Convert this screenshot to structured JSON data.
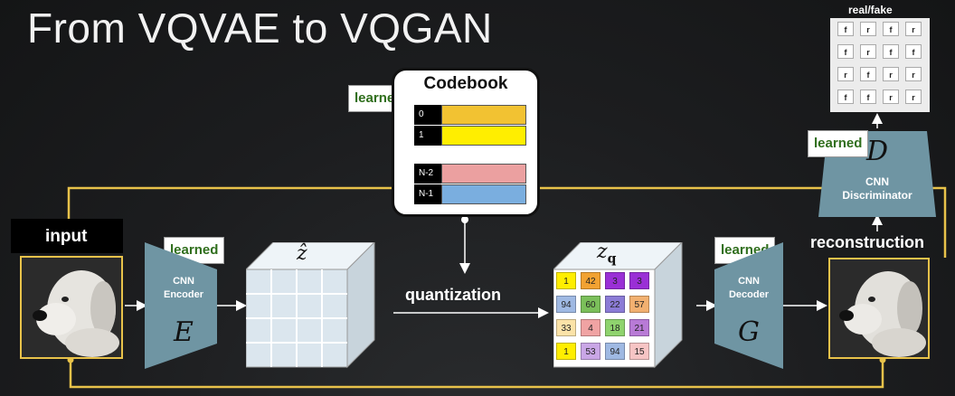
{
  "title": "From VQVAE to VQGAN",
  "codebook": {
    "title": "Codebook",
    "learned": "learned",
    "rows": [
      {
        "index": "0",
        "color": "#f2c232"
      },
      {
        "index": "1",
        "color": "#ffee00"
      },
      {
        "index": "N-2",
        "color": "#eba0a0"
      },
      {
        "index": "N-1",
        "color": "#7aaedf"
      }
    ]
  },
  "input_label": "input",
  "encoder": {
    "learned": "learned",
    "line1": "CNN",
    "line2": "Encoder",
    "symbol": "E"
  },
  "z_hat_label": "ẑ",
  "quantization_label": "quantization",
  "zq": {
    "label": "z",
    "subscript": "q",
    "rows": [
      [
        {
          "v": "1",
          "c": "#ffee00"
        },
        {
          "v": "42",
          "c": "#f2a232"
        },
        {
          "v": "3",
          "c": "#9a2fd6"
        },
        {
          "v": "3",
          "c": "#9a2fd6"
        }
      ],
      [
        {
          "v": "94",
          "c": "#9fb9e3"
        },
        {
          "v": "60",
          "c": "#7bbf5a"
        },
        {
          "v": "22",
          "c": "#8b7bd6"
        },
        {
          "v": "57",
          "c": "#f2b070"
        }
      ],
      [
        {
          "v": "33",
          "c": "#fbe3a8"
        },
        {
          "v": "4",
          "c": "#f0a3a3"
        },
        {
          "v": "18",
          "c": "#8fd36e"
        },
        {
          "v": "21",
          "c": "#b87ad6"
        }
      ],
      [
        {
          "v": "1",
          "c": "#ffee00"
        },
        {
          "v": "53",
          "c": "#c9a6e6"
        },
        {
          "v": "94",
          "c": "#9fb9e3"
        },
        {
          "v": "15",
          "c": "#f6c4c4"
        }
      ]
    ]
  },
  "decoder": {
    "learned": "learned",
    "line1": "CNN",
    "line2": "Decoder",
    "symbol": "G"
  },
  "reconstruction_label": "reconstruction",
  "discriminator": {
    "learned": "learned",
    "line1": "CNN",
    "line2": "Discriminator",
    "symbol": "D"
  },
  "real_fake": {
    "title": "real/fake",
    "rows": [
      [
        "f",
        "r",
        "f",
        "r"
      ],
      [
        "f",
        "r",
        "f",
        "f"
      ],
      [
        "r",
        "f",
        "r",
        "r"
      ],
      [
        "f",
        "f",
        "r",
        "r"
      ]
    ]
  },
  "colors": {
    "line": "#e8c24a",
    "net": "#6f95a3",
    "cube": "#dbe6ee",
    "accent": "#2f6e1c"
  }
}
